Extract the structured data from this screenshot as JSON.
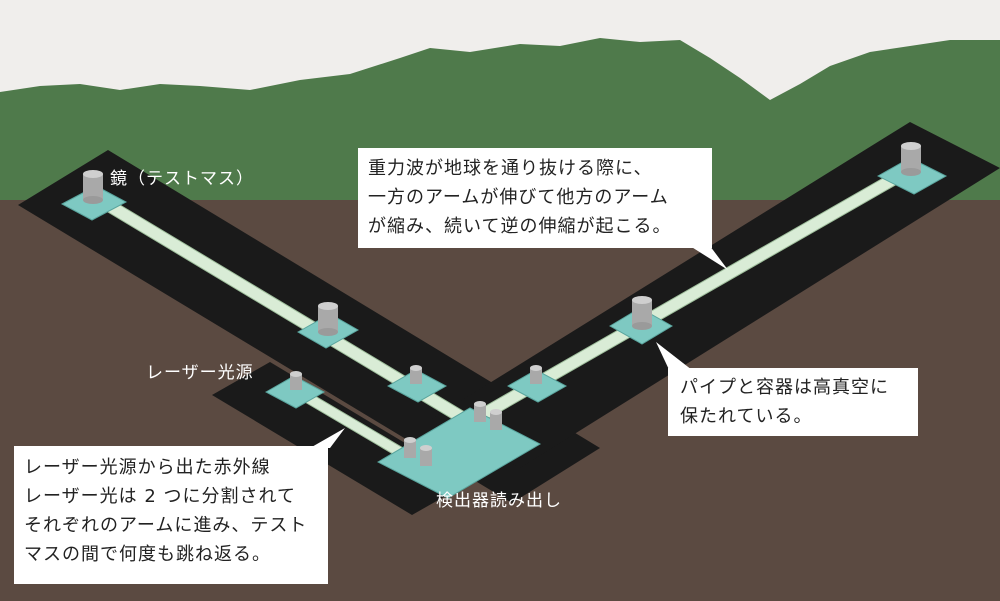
{
  "labels": {
    "mirror": "鏡（テストマス）",
    "laser": "レーザー光源",
    "detector": "検出器読み出し"
  },
  "callouts": {
    "gw": [
      "重力波が地球を通り抜ける際に、",
      "一方のアームが伸びて他方のアーム",
      "が縮み、続いて逆の伸縮が起こる。"
    ],
    "vacuum": [
      "パイプと容器は高真空に",
      "保たれている。"
    ],
    "laser_info": [
      "レーザー光源から出た赤外線",
      "レーザー光は 2 つに分割されて",
      "それぞれのアームに進み、テスト",
      "マスの間で何度も跳ね返る。"
    ]
  },
  "colors": {
    "sky": "#f0eeec",
    "mountain": "#4f7a4b",
    "earth": "#5b4a41",
    "tunnel": "#1a1a1a",
    "platform": "#7ec9c2",
    "beam_pipe": "#d9ecd6",
    "vessel": "#b8b8b8"
  }
}
